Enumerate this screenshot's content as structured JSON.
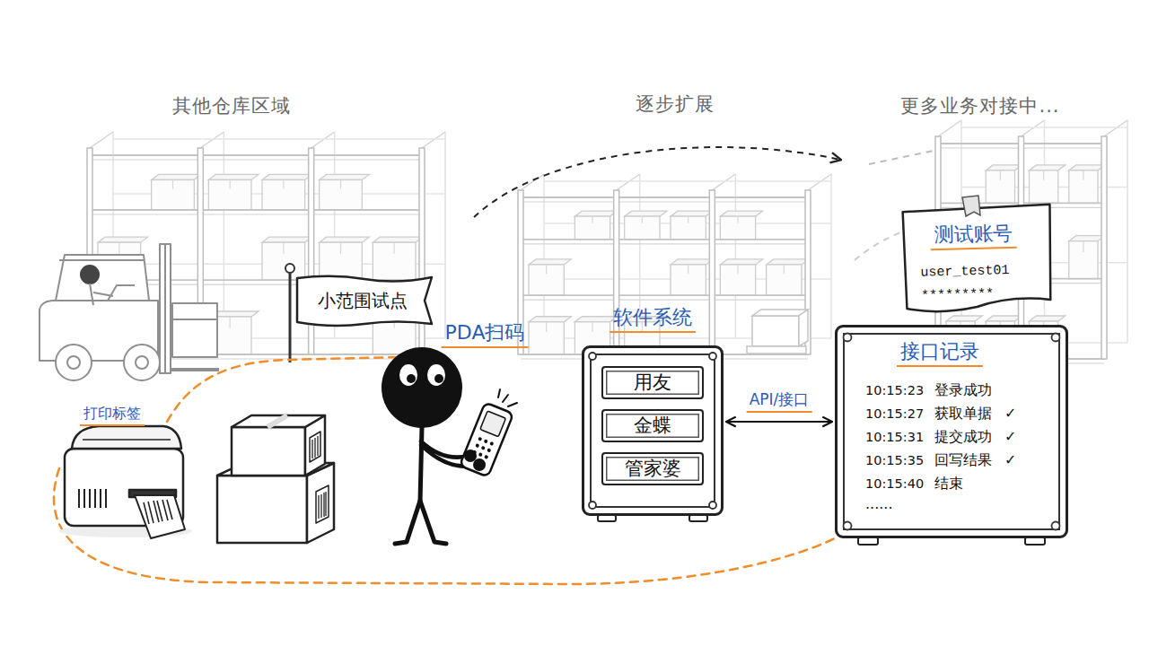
{
  "diagram": {
    "nodes": [
      {
        "text": [
          "小范围试点"
        ]
      },
      {
        "text": [
          "软件系统"
        ]
      },
      {
        "text": [
          "用友"
        ],
        "in": 1
      },
      {
        "text": [
          "金蝶"
        ],
        "in": 1
      },
      {
        "text": [
          "管家婆"
        ],
        "in": 1
      },
      {
        "text": [
          "测试账号",
          "user_test01",
          "*********"
        ]
      },
      {
        "text": [
          "接口记录",
          "10:15:23",
          "登录成功",
          "10:15:27",
          "获取单据",
          "✓",
          "10:15:31",
          "提交成功",
          "✓",
          "10:15:35",
          "回写结果",
          "✓",
          "10:15:40",
          "结束",
          "......"
        ]
      }
    ],
    "edges": [
      {
        "from": 1,
        "to": 6,
        "label": "API/接口",
        "arrow": "both"
      }
    ],
    "labels": [
      "其他仓库区域",
      "逐步扩展",
      "更多业务对接中...",
      "打印标签",
      "PDA扫码"
    ]
  }
}
